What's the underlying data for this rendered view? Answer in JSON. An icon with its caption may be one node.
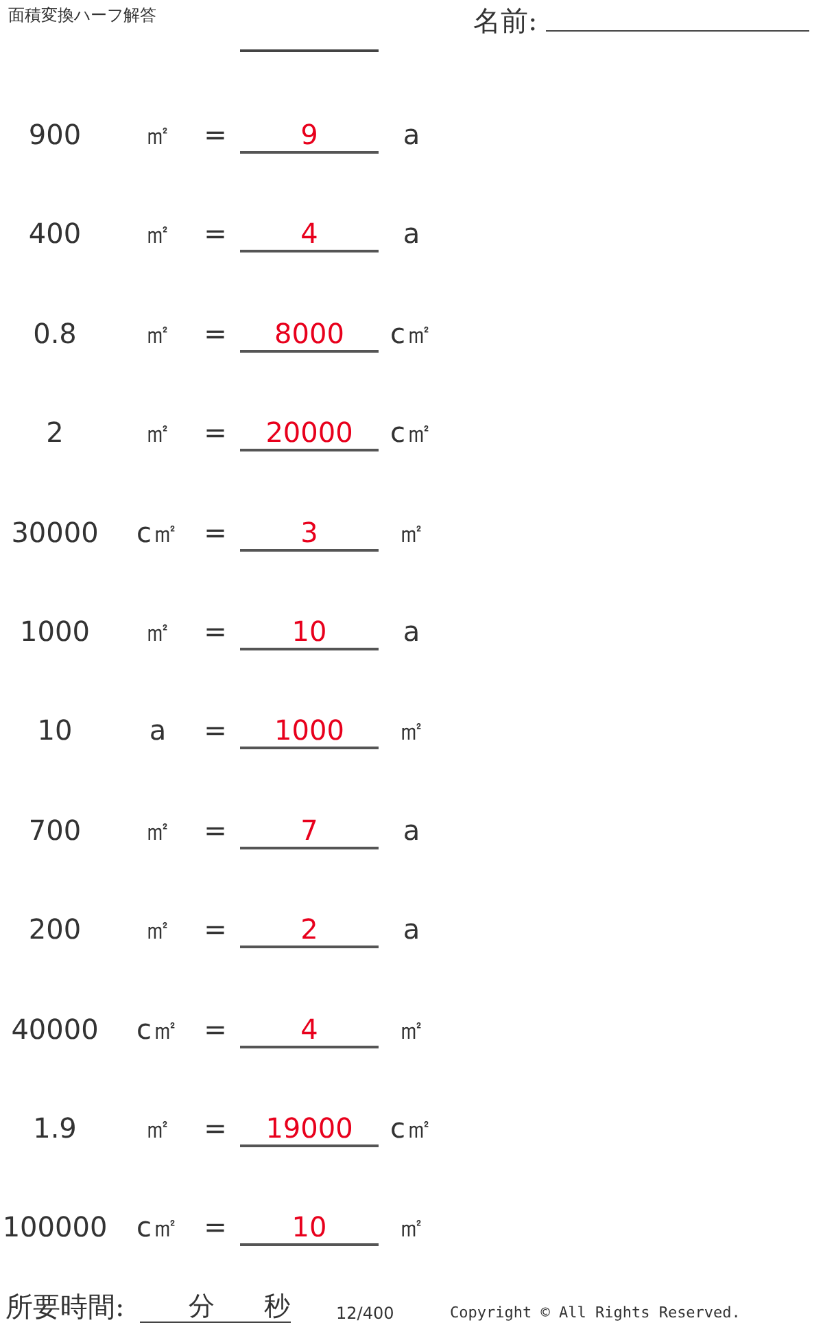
{
  "diagram": {
    "title": "面積変換ハーフ解答",
    "labels": [
      "名前:",
      "900",
      "㎡",
      "=",
      "9",
      "a",
      "400",
      "㎡",
      "=",
      "4",
      "a",
      "0.8",
      "㎡",
      "=",
      "8000",
      "c㎡",
      "2",
      "㎡",
      "=",
      "20000",
      "c㎡",
      "30000",
      "c㎡",
      "=",
      "3",
      "㎡",
      "1000",
      "㎡",
      "=",
      "10",
      "a",
      "10",
      "a",
      "=",
      "1000",
      "㎡",
      "700",
      "㎡",
      "=",
      "7",
      "a",
      "200",
      "㎡",
      "=",
      "2",
      "a",
      "40000",
      "c㎡",
      "=",
      "4",
      "㎡",
      "1.9",
      "㎡",
      "=",
      "19000",
      "c㎡",
      "100000",
      "c㎡",
      "=",
      "10",
      "㎡",
      "所要時間:",
      "分",
      "秒",
      "12/400",
      "Copyright © All Rights Reserved."
    ]
  }
}
